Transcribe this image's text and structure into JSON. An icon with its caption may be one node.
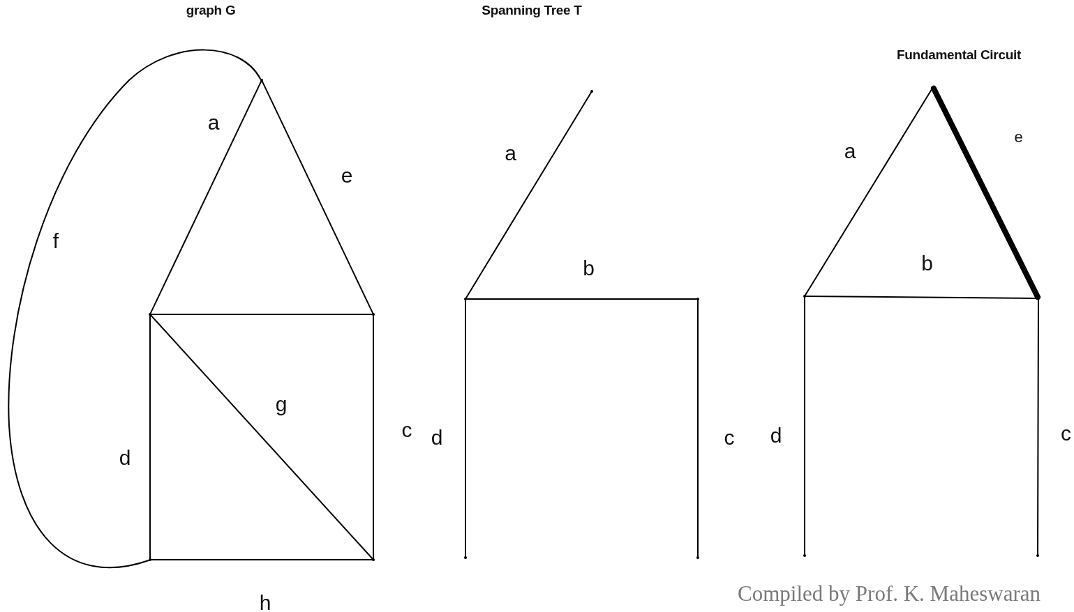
{
  "diagram": {
    "caption": "Compiled by Prof. K. Maheswaran",
    "nodes": [
      {
        "text": [],
        "shape": "point"
      },
      {
        "text": [],
        "shape": "point"
      },
      {
        "text": [],
        "shape": "point"
      },
      {
        "text": [],
        "shape": "point"
      },
      {
        "text": [],
        "shape": "point"
      },
      {
        "text": [],
        "shape": "point"
      },
      {
        "text": [],
        "shape": "point"
      },
      {
        "text": [],
        "shape": "point"
      },
      {
        "text": [],
        "shape": "point"
      },
      {
        "text": [],
        "shape": "point"
      },
      {
        "text": [],
        "shape": "point"
      },
      {
        "text": [],
        "shape": "point"
      },
      {
        "text": [],
        "shape": "point"
      },
      {
        "text": [],
        "shape": "point"
      },
      {
        "text": [],
        "shape": "point"
      }
    ],
    "edges": [
      {
        "from": 0,
        "to": 1,
        "arrow": "none",
        "label": "a"
      },
      {
        "from": 0,
        "to": 2,
        "arrow": "none",
        "label": "e"
      },
      {
        "from": 1,
        "to": 2,
        "arrow": "none"
      },
      {
        "from": 1,
        "to": 4,
        "arrow": "none",
        "label": "g"
      },
      {
        "from": 1,
        "to": 3,
        "arrow": "none",
        "label": "d"
      },
      {
        "from": 2,
        "to": 4,
        "arrow": "none",
        "label": "c"
      },
      {
        "from": 3,
        "to": 4,
        "arrow": "none",
        "label": "h"
      },
      {
        "from": 0,
        "to": 3,
        "arrow": "none",
        "label": "f"
      },
      {
        "from": 5,
        "to": 6,
        "arrow": "none",
        "label": "a"
      },
      {
        "from": 6,
        "to": 7,
        "arrow": "none",
        "label": "b"
      },
      {
        "from": 6,
        "to": 8,
        "arrow": "none",
        "label": "d"
      },
      {
        "from": 7,
        "to": 9,
        "arrow": "none",
        "label": "c"
      },
      {
        "from": 10,
        "to": 11,
        "arrow": "none",
        "label": "a"
      },
      {
        "from": 10,
        "to": 12,
        "arrow": "none",
        "label": "e",
        "style": "thick"
      },
      {
        "from": 11,
        "to": 12,
        "arrow": "none",
        "label": "b"
      },
      {
        "from": 11,
        "to": 13,
        "arrow": "none",
        "label": "d"
      },
      {
        "from": 12,
        "to": 14,
        "arrow": "none",
        "label": "c"
      }
    ],
    "labels": [
      "graph G",
      "Spanning Tree T",
      "Fundamental Circuit"
    ]
  }
}
